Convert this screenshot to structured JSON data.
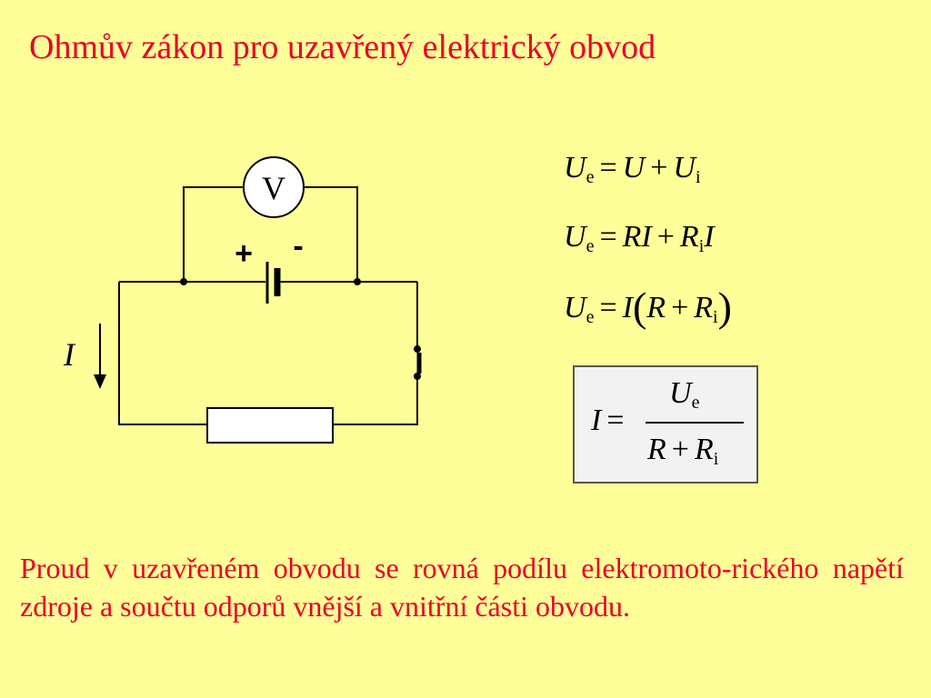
{
  "title": "Ohmův zákon pro uzavřený elektrický obvod",
  "circuit": {
    "voltmeter_label": "V",
    "battery_plus": "+",
    "battery_minus": "-",
    "current_label": "I"
  },
  "equations": {
    "eq1": {
      "lhs": "U",
      "lhs_sub": "e",
      "op": "=",
      "t1": "U",
      "plus": "+",
      "t2": "U",
      "t2_sub": "i"
    },
    "eq2": {
      "lhs": "U",
      "lhs_sub": "e",
      "op": "=",
      "t1": "RI",
      "plus": "+",
      "t2": "R",
      "t2_sub": "i",
      "t3": "I"
    },
    "eq3": {
      "lhs": "U",
      "lhs_sub": "e",
      "op": "=",
      "t1": "I",
      "lparen": "(",
      "t2": "R",
      "plus": "+",
      "t3": "R",
      "t3_sub": "i",
      "rparen": ")"
    },
    "boxed": {
      "lhs": "I",
      "op": "=",
      "num": "U",
      "num_sub": "e",
      "den1": "R",
      "plus": "+",
      "den2": "R",
      "den2_sub": "i"
    }
  },
  "paragraph": "Proud v uzavřeném obvodu se rovná podílu elektromoto-rického napětí zdroje a součtu odporů vnější a vnitřní části obvodu."
}
